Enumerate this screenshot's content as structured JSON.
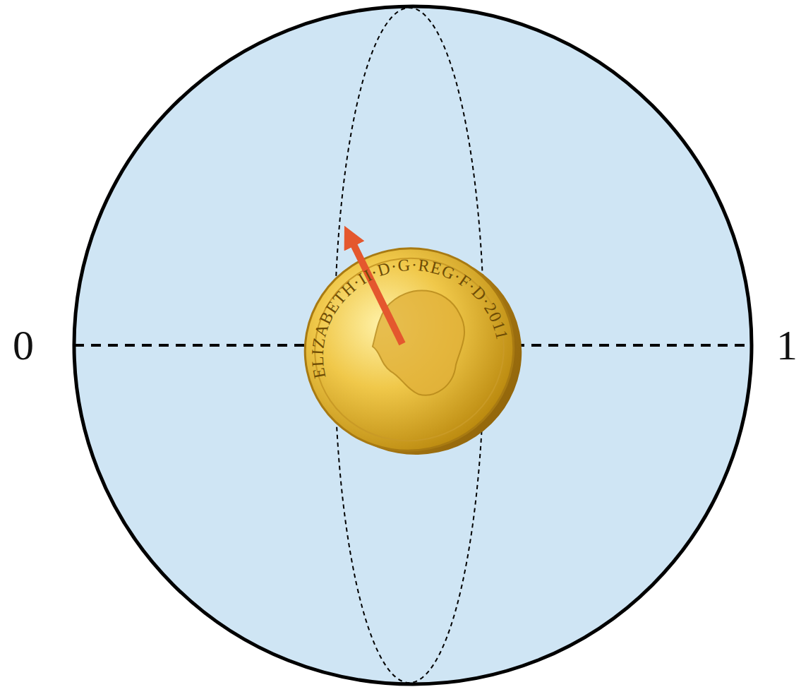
{
  "diagram": {
    "labels": [
      "0",
      "1",
      "ELIZABETH·II·D·G·REG·F·D·2011"
    ]
  }
}
